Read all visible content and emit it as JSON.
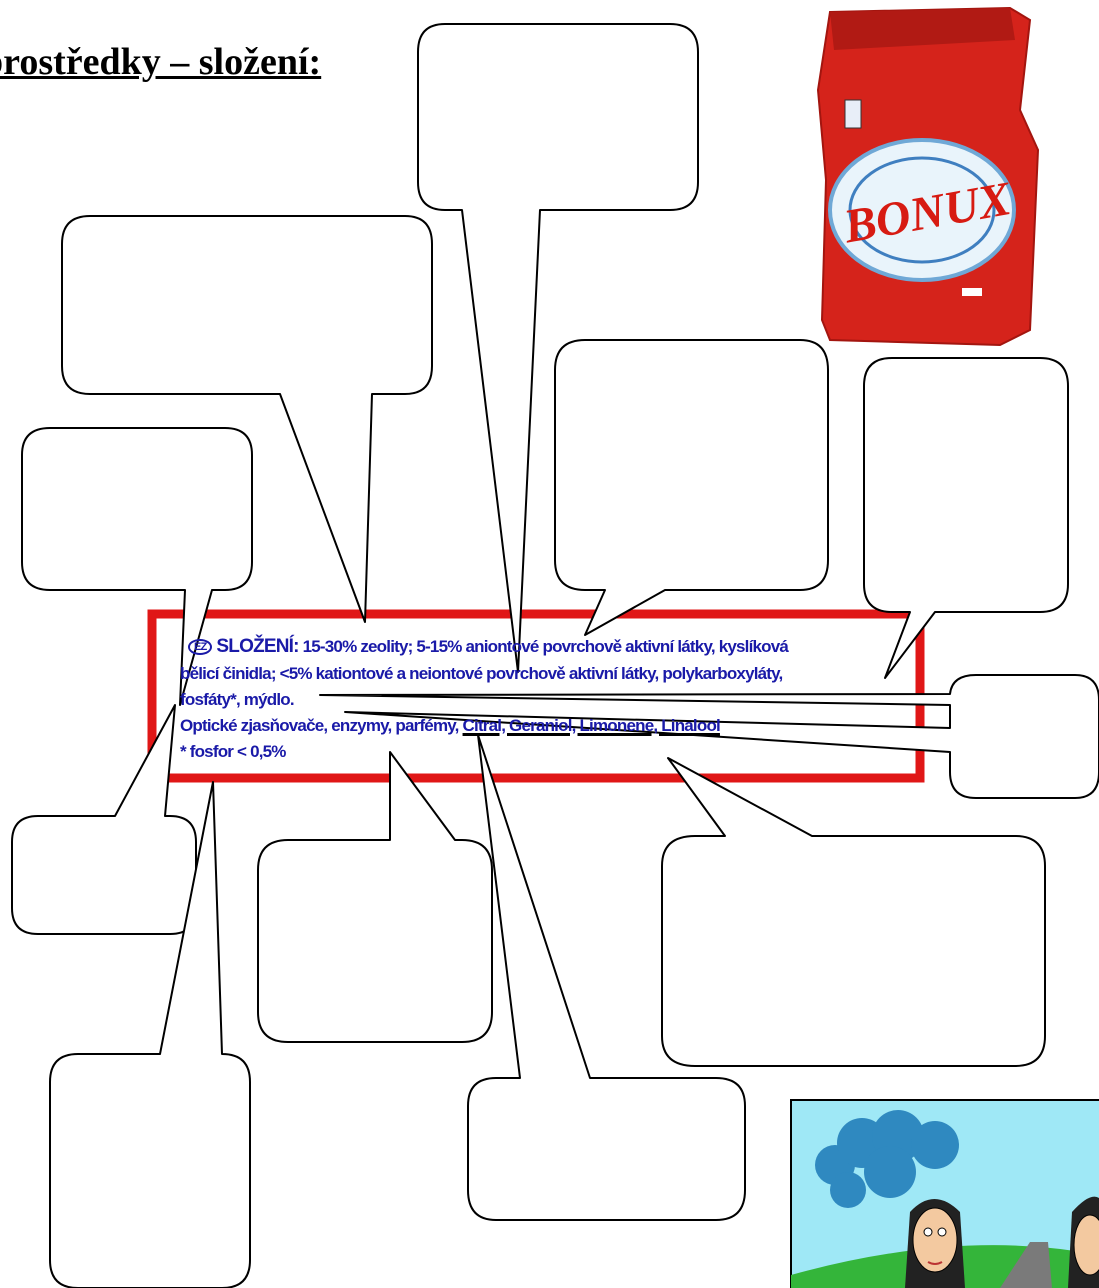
{
  "title": "prostředky – složení:",
  "product": {
    "brand": "BONUX",
    "colors": {
      "bag": "#d5231b",
      "bag_dark": "#a3150f",
      "swirl": "#e9f4fb",
      "brand_text": "#d71b12"
    }
  },
  "label": {
    "ez_mark": "EZ",
    "heading": "SLOŽENÍ:",
    "line1_rest": "15-30% zeolity; 5-15% aniontové povrchově aktivní látky, kyslíková",
    "line2": "bělicí činidla; <5% kationtové a neiontové povrchově aktivní látky, polykarboxyláty,",
    "line3": "fosfáty*, mýdlo.",
    "line4_plain": "Optické zjasňovače, enzymy, parfémy,",
    "line4_underlined": "Citral, Geraniol, Limonene, Linalool",
    "line5": "* fosfor < 0,5%",
    "colors": {
      "frame": "#e01717",
      "text": "#1a1aa8"
    }
  },
  "callouts_count": 11,
  "cartoon": {
    "colors": {
      "sky": "#9fe8f6",
      "cloud": "#2f89c0",
      "grass": "#34b53a",
      "road": "#7a7a7a"
    }
  }
}
